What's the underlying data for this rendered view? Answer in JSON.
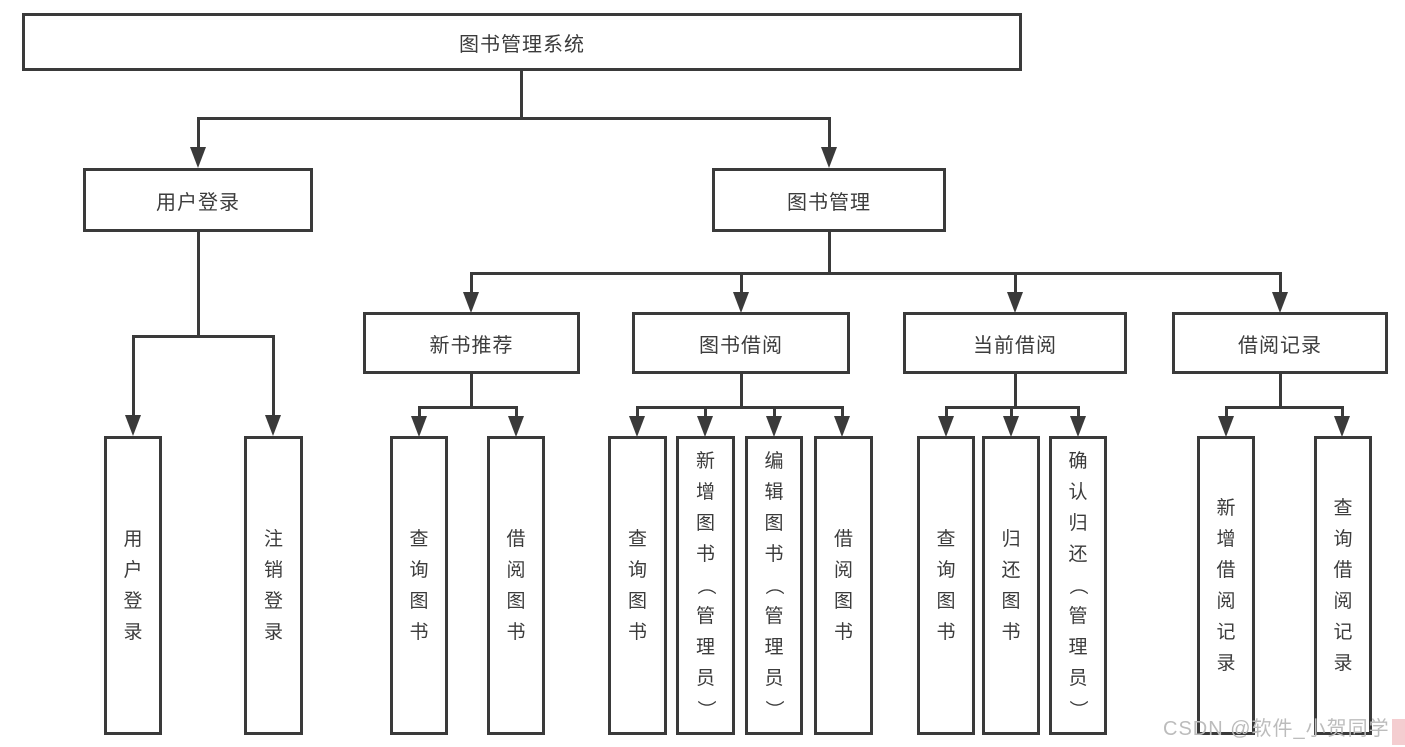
{
  "diagram": {
    "root": "图书管理系统",
    "level2": {
      "user_login": "用户登录",
      "book_mgmt": "图书管理"
    },
    "level3": {
      "new_book_rec": "新书推荐",
      "book_borrow": "图书借阅",
      "current_borrow": "当前借阅",
      "borrow_records": "借阅记录"
    },
    "leaves": {
      "user_login": "用户登录",
      "logout": "注销登录",
      "query_book_rec": "查询图书",
      "borrow_book_rec": "借阅图书",
      "query_book_borrow": "查询图书",
      "add_book_admin": "新增图书（管理员）",
      "edit_book_admin": "编辑图书（管理员）",
      "borrow_book": "借阅图书",
      "query_book_current": "查询图书",
      "return_book": "归还图书",
      "confirm_return_admin": "确认归还（管理员）",
      "add_borrow_record": "新增借阅记录",
      "query_borrow_record": "查询借阅记录"
    }
  },
  "watermark": "CSDN @软件_小贺同学",
  "colors": {
    "line": "#3a3a3a",
    "text": "#3c3c3c",
    "watermark": "#bcbcbc",
    "background": "#ffffff"
  }
}
